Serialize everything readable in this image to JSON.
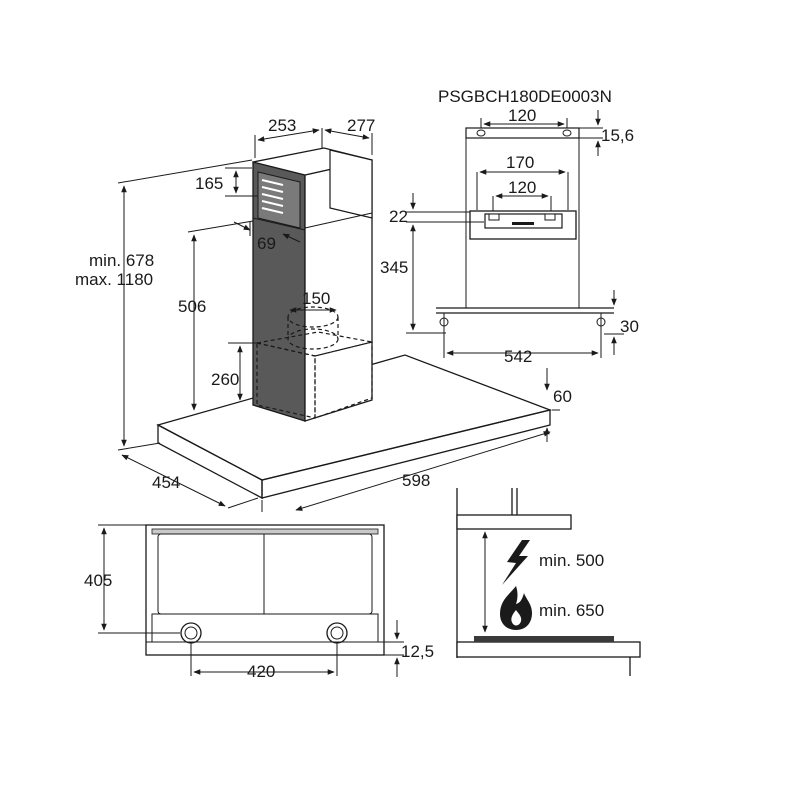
{
  "model_code": "PSGBCH180DE0003N",
  "dimensions": {
    "chimney_width": "253",
    "chimney_depth": "277",
    "vent_height": "165",
    "vent_offset": "69",
    "total_height_min": "min. 678",
    "total_height_max": "max. 1180",
    "chimney_height": "506",
    "outlet_diameter": "150",
    "motor_height": "260",
    "canopy_depth": "454",
    "canopy_width": "598",
    "canopy_thickness": "60",
    "bracket_spacing_top": "120",
    "bracket_offset_top": "15,6",
    "bracket_width": "170",
    "bracket_spacing_mid": "120",
    "bracket_gap": "22",
    "bracket_height": "345",
    "fixing_offset": "30",
    "fixing_spacing": "542",
    "plan_depth": "405",
    "filter_spacing": "420",
    "plan_offset": "12,5",
    "clearance_electric": "min. 500",
    "clearance_gas": "min. 650"
  },
  "icons": {
    "electric": "lightning-bolt-icon",
    "gas": "flame-icon"
  }
}
